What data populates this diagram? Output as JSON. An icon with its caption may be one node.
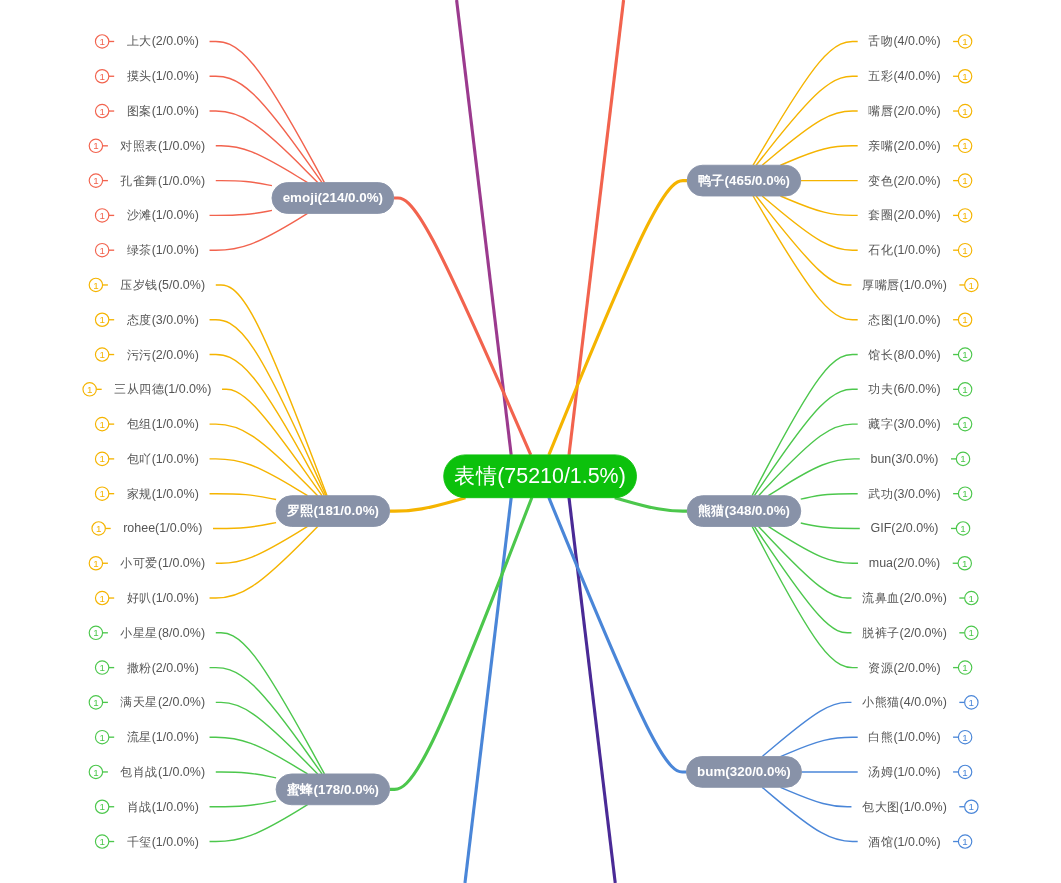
{
  "diagram": {
    "nodes": [
      {
        "text": [
          "表情(75210/1.5%)"
        ]
      },
      {
        "text": [
          "emoji(214/0.0%)"
        ]
      },
      {
        "text": [
          "上大(2/0.0%)"
        ],
        "beside": [
          "1"
        ]
      },
      {
        "text": [
          "摸头(1/0.0%)"
        ],
        "beside": [
          "1"
        ]
      },
      {
        "text": [
          "图案(1/0.0%)"
        ],
        "beside": [
          "1"
        ]
      },
      {
        "text": [
          "对照表(1/0.0%)"
        ],
        "beside": [
          "1"
        ]
      },
      {
        "text": [
          "孔雀舞(1/0.0%)"
        ],
        "beside": [
          "1"
        ]
      },
      {
        "text": [
          "沙滩(1/0.0%)"
        ],
        "beside": [
          "1"
        ]
      },
      {
        "text": [
          "绿茶(1/0.0%)"
        ],
        "beside": [
          "1"
        ]
      },
      {
        "text": [
          "罗熙(181/0.0%)"
        ]
      },
      {
        "text": [
          "压岁钱(5/0.0%)"
        ],
        "beside": [
          "1"
        ]
      },
      {
        "text": [
          "态度(3/0.0%)"
        ],
        "beside": [
          "1"
        ]
      },
      {
        "text": [
          "污污(2/0.0%)"
        ],
        "beside": [
          "1"
        ]
      },
      {
        "text": [
          "三从四德(1/0.0%)"
        ],
        "beside": [
          "1"
        ]
      },
      {
        "text": [
          "包组(1/0.0%)"
        ],
        "beside": [
          "1"
        ]
      },
      {
        "text": [
          "包吖(1/0.0%)"
        ],
        "beside": [
          "1"
        ]
      },
      {
        "text": [
          "家规(1/0.0%)"
        ],
        "beside": [
          "1"
        ]
      },
      {
        "text": [
          "rohee(1/0.0%)"
        ],
        "beside": [
          "1"
        ]
      },
      {
        "text": [
          "小可爱(1/0.0%)"
        ],
        "beside": [
          "1"
        ]
      },
      {
        "text": [
          "好叭(1/0.0%)"
        ],
        "beside": [
          "1"
        ]
      },
      {
        "text": [
          "蜜蜂(178/0.0%)"
        ]
      },
      {
        "text": [
          "小星星(8/0.0%)"
        ],
        "beside": [
          "1"
        ]
      },
      {
        "text": [
          "撒粉(2/0.0%)"
        ],
        "beside": [
          "1"
        ]
      },
      {
        "text": [
          "满天星(2/0.0%)"
        ],
        "beside": [
          "1"
        ]
      },
      {
        "text": [
          "流星(1/0.0%)"
        ],
        "beside": [
          "1"
        ]
      },
      {
        "text": [
          "包肖战(1/0.0%)"
        ],
        "beside": [
          "1"
        ]
      },
      {
        "text": [
          "肖战(1/0.0%)"
        ],
        "beside": [
          "1"
        ]
      },
      {
        "text": [
          "千玺(1/0.0%)"
        ],
        "beside": [
          "1"
        ]
      },
      {
        "text": [
          "鸭子(465/0.0%)"
        ]
      },
      {
        "text": [
          "舌吻(4/0.0%)"
        ],
        "beside": [
          "1"
        ]
      },
      {
        "text": [
          "五彩(4/0.0%)"
        ],
        "beside": [
          "1"
        ]
      },
      {
        "text": [
          "嘴唇(2/0.0%)"
        ],
        "beside": [
          "1"
        ]
      },
      {
        "text": [
          "亲嘴(2/0.0%)"
        ],
        "beside": [
          "1"
        ]
      },
      {
        "text": [
          "变色(2/0.0%)"
        ],
        "beside": [
          "1"
        ]
      },
      {
        "text": [
          "套圈(2/0.0%)"
        ],
        "beside": [
          "1"
        ]
      },
      {
        "text": [
          "石化(1/0.0%)"
        ],
        "beside": [
          "1"
        ]
      },
      {
        "text": [
          "厚嘴唇(1/0.0%)"
        ],
        "beside": [
          "1"
        ]
      },
      {
        "text": [
          "态图(1/0.0%)"
        ],
        "beside": [
          "1"
        ]
      },
      {
        "text": [
          "熊猫(348/0.0%)"
        ]
      },
      {
        "text": [
          "馆长(8/0.0%)"
        ],
        "beside": [
          "1"
        ]
      },
      {
        "text": [
          "功夫(6/0.0%)"
        ],
        "beside": [
          "1"
        ]
      },
      {
        "text": [
          "藏字(3/0.0%)"
        ],
        "beside": [
          "1"
        ]
      },
      {
        "text": [
          "bun(3/0.0%)"
        ],
        "beside": [
          "1"
        ]
      },
      {
        "text": [
          "武功(3/0.0%)"
        ],
        "beside": [
          "1"
        ]
      },
      {
        "text": [
          "GIF(2/0.0%)"
        ],
        "beside": [
          "1"
        ]
      },
      {
        "text": [
          "mua(2/0.0%)"
        ],
        "beside": [
          "1"
        ]
      },
      {
        "text": [
          "流鼻血(2/0.0%)"
        ],
        "beside": [
          "1"
        ]
      },
      {
        "text": [
          "脱裤子(2/0.0%)"
        ],
        "beside": [
          "1"
        ]
      },
      {
        "text": [
          "资源(2/0.0%)"
        ],
        "beside": [
          "1"
        ]
      },
      {
        "text": [
          "bum(320/0.0%)"
        ]
      },
      {
        "text": [
          "小熊猫(4/0.0%)"
        ],
        "beside": [
          "1"
        ]
      },
      {
        "text": [
          "白熊(1/0.0%)"
        ],
        "beside": [
          "1"
        ]
      },
      {
        "text": [
          "汤姆(1/0.0%)"
        ],
        "beside": [
          "1"
        ]
      },
      {
        "text": [
          "包大图(1/0.0%)"
        ],
        "beside": [
          "1"
        ]
      },
      {
        "text": [
          "酒馆(1/0.0%)"
        ],
        "beside": [
          "1"
        ]
      }
    ],
    "edges": [
      {
        "from": 0,
        "to": null,
        "arrow": "none",
        "style": "thick",
        "color": "#9b3a8e"
      },
      {
        "from": 0,
        "to": 1,
        "arrow": "none",
        "style": "thick",
        "color": "#f2634e"
      },
      {
        "from": 1,
        "to": 2,
        "arrow": "none",
        "color": "#f2634e"
      },
      {
        "from": 1,
        "to": 3,
        "arrow": "none",
        "color": "#f2634e"
      },
      {
        "from": 1,
        "to": 4,
        "arrow": "none",
        "color": "#f2634e"
      },
      {
        "from": 1,
        "to": 5,
        "arrow": "none",
        "color": "#f2634e"
      },
      {
        "from": 1,
        "to": 6,
        "arrow": "none",
        "color": "#f2634e"
      },
      {
        "from": 1,
        "to": 7,
        "arrow": "none",
        "color": "#f2634e"
      },
      {
        "from": 1,
        "to": 8,
        "arrow": "none",
        "color": "#f2634e"
      },
      {
        "from": 0,
        "to": 9,
        "arrow": "none",
        "style": "thick"
      },
      {
        "from": 9,
        "to": 10,
        "arrow": "none"
      },
      {
        "from": 9,
        "to": 11,
        "arrow": "none"
      },
      {
        "from": 9,
        "to": 12,
        "arrow": "none"
      },
      {
        "from": 9,
        "to": 13,
        "arrow": "none"
      },
      {
        "from": 9,
        "to": 14,
        "arrow": "none"
      },
      {
        "from": 9,
        "to": 15,
        "arrow": "none"
      },
      {
        "from": 9,
        "to": 16,
        "arrow": "none"
      },
      {
        "from": 9,
        "to": 17,
        "arrow": "none"
      },
      {
        "from": 9,
        "to": 18,
        "arrow": "none"
      },
      {
        "from": 9,
        "to": 19,
        "arrow": "none"
      },
      {
        "from": 0,
        "to": 20,
        "arrow": "none",
        "style": "thick",
        "color": "#4cc74c"
      },
      {
        "from": 20,
        "to": 21,
        "arrow": "none",
        "color": "#4cc74c"
      },
      {
        "from": 20,
        "to": 22,
        "arrow": "none",
        "color": "#4cc74c"
      },
      {
        "from": 20,
        "to": 23,
        "arrow": "none",
        "color": "#4cc74c"
      },
      {
        "from": 20,
        "to": 24,
        "arrow": "none",
        "color": "#4cc74c"
      },
      {
        "from": 20,
        "to": 25,
        "arrow": "none",
        "color": "#4cc74c"
      },
      {
        "from": 20,
        "to": 26,
        "arrow": "none",
        "color": "#4cc74c"
      },
      {
        "from": 20,
        "to": 27,
        "arrow": "none",
        "color": "#4cc74c"
      },
      {
        "from": 0,
        "to": null,
        "arrow": "none",
        "style": "thick",
        "color": "#4a86d8"
      },
      {
        "from": 0,
        "to": null,
        "arrow": "none",
        "style": "thick",
        "color": "#f2634e"
      },
      {
        "from": 0,
        "to": 28,
        "arrow": "none",
        "style": "thick"
      },
      {
        "from": 28,
        "to": 29,
        "arrow": "none"
      },
      {
        "from": 28,
        "to": 30,
        "arrow": "none"
      },
      {
        "from": 28,
        "to": 31,
        "arrow": "none"
      },
      {
        "from": 28,
        "to": 32,
        "arrow": "none"
      },
      {
        "from": 28,
        "to": 33,
        "arrow": "none"
      },
      {
        "from": 28,
        "to": 34,
        "arrow": "none"
      },
      {
        "from": 28,
        "to": 35,
        "arrow": "none"
      },
      {
        "from": 28,
        "to": 36,
        "arrow": "none"
      },
      {
        "from": 28,
        "to": 37,
        "arrow": "none"
      },
      {
        "from": 0,
        "to": 38,
        "arrow": "none",
        "style": "thick",
        "color": "#4cc74c"
      },
      {
        "from": 38,
        "to": 39,
        "arrow": "none",
        "color": "#4cc74c"
      },
      {
        "from": 38,
        "to": 40,
        "arrow": "none",
        "color": "#4cc74c"
      },
      {
        "from": 38,
        "to": 41,
        "arrow": "none",
        "color": "#4cc74c"
      },
      {
        "from": 38,
        "to": 42,
        "arrow": "none",
        "color": "#4cc74c"
      },
      {
        "from": 38,
        "to": 43,
        "arrow": "none",
        "color": "#4cc74c"
      },
      {
        "from": 38,
        "to": 44,
        "arrow": "none",
        "color": "#4cc74c"
      },
      {
        "from": 38,
        "to": 45,
        "arrow": "none",
        "color": "#4cc74c"
      },
      {
        "from": 38,
        "to": 46,
        "arrow": "none",
        "color": "#4cc74c"
      },
      {
        "from": 38,
        "to": 47,
        "arrow": "none",
        "color": "#4cc74c"
      },
      {
        "from": 38,
        "to": 48,
        "arrow": "none",
        "color": "#4cc74c"
      },
      {
        "from": 0,
        "to": 49,
        "arrow": "none",
        "style": "thick",
        "color": "#4a86d8"
      },
      {
        "from": 49,
        "to": 50,
        "arrow": "none",
        "color": "#4a86d8"
      },
      {
        "from": 49,
        "to": 51,
        "arrow": "none",
        "color": "#4a86d8"
      },
      {
        "from": 49,
        "to": 52,
        "arrow": "none",
        "color": "#4a86d8"
      },
      {
        "from": 49,
        "to": 53,
        "arrow": "none",
        "color": "#4a86d8"
      },
      {
        "from": 49,
        "to": 54,
        "arrow": "none",
        "color": "#4a86d8"
      },
      {
        "from": 0,
        "to": null,
        "arrow": "none",
        "style": "thick",
        "color": "#4a2a96"
      }
    ]
  }
}
